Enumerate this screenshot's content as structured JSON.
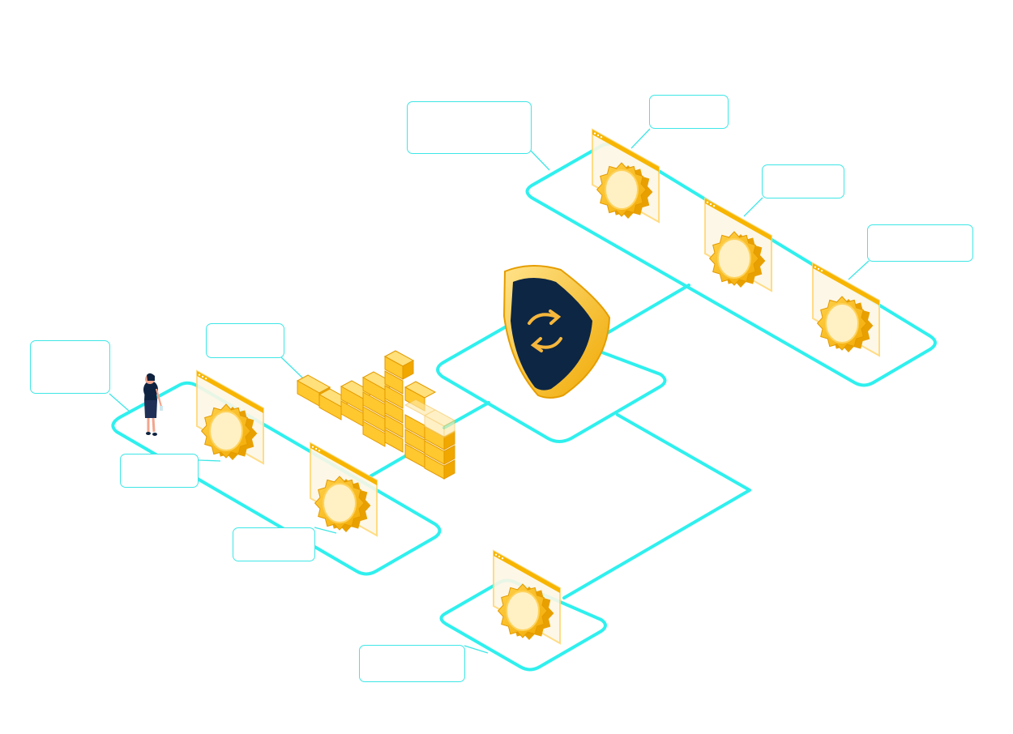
{
  "diagram": {
    "title": "",
    "colors": {
      "connector": "#2ff0ee",
      "callout_border": "#3fe6e6",
      "accent_gold": "#f7b500",
      "accent_gold_light": "#ffd978",
      "gear_face": "#fff1c4",
      "shield_dark": "#0d2644",
      "window_bg": "#fdf7e6"
    },
    "icons": [
      "shield-sync-icon",
      "gear-window-icon",
      "firewall-bricks-icon",
      "person-figure-icon"
    ],
    "callouts": [
      {
        "id": "callout-left-top",
        "text": ""
      },
      {
        "id": "callout-left-a",
        "text": ""
      },
      {
        "id": "callout-left-b",
        "text": ""
      },
      {
        "id": "callout-firewall",
        "text": ""
      },
      {
        "id": "callout-top-wide",
        "text": ""
      },
      {
        "id": "callout-top-1",
        "text": ""
      },
      {
        "id": "callout-top-2",
        "text": ""
      },
      {
        "id": "callout-top-3",
        "text": ""
      },
      {
        "id": "callout-bottom",
        "text": ""
      }
    ]
  }
}
